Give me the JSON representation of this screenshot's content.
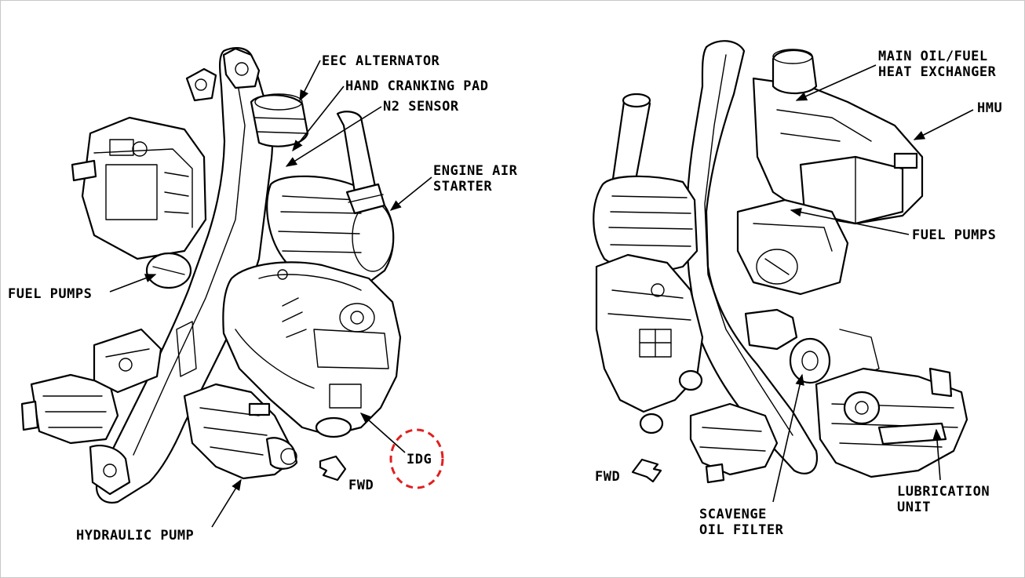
{
  "left_view": {
    "labels": {
      "eec_alternator": "EEC ALTERNATOR",
      "hand_cranking_pad": "HAND CRANKING PAD",
      "n2_sensor": "N2 SENSOR",
      "engine_air_starter_1": "ENGINE AIR",
      "engine_air_starter_2": "STARTER",
      "fuel_pumps": "FUEL PUMPS",
      "idg": "IDG",
      "fwd": "FWD",
      "hydraulic_pump": "HYDRAULIC PUMP"
    }
  },
  "right_view": {
    "labels": {
      "main_oil_fuel_1": "MAIN OIL/FUEL",
      "main_oil_fuel_2": "HEAT EXCHANGER",
      "hmu": "HMU",
      "fuel_pumps": "FUEL PUMPS",
      "fwd": "FWD",
      "scavenge_1": "SCAVENGE",
      "scavenge_2": "OIL FILTER",
      "lubrication_1": "LUBRICATION",
      "lubrication_2": "UNIT"
    }
  },
  "highlight": {
    "target": "IDG",
    "color": "#e02020"
  }
}
